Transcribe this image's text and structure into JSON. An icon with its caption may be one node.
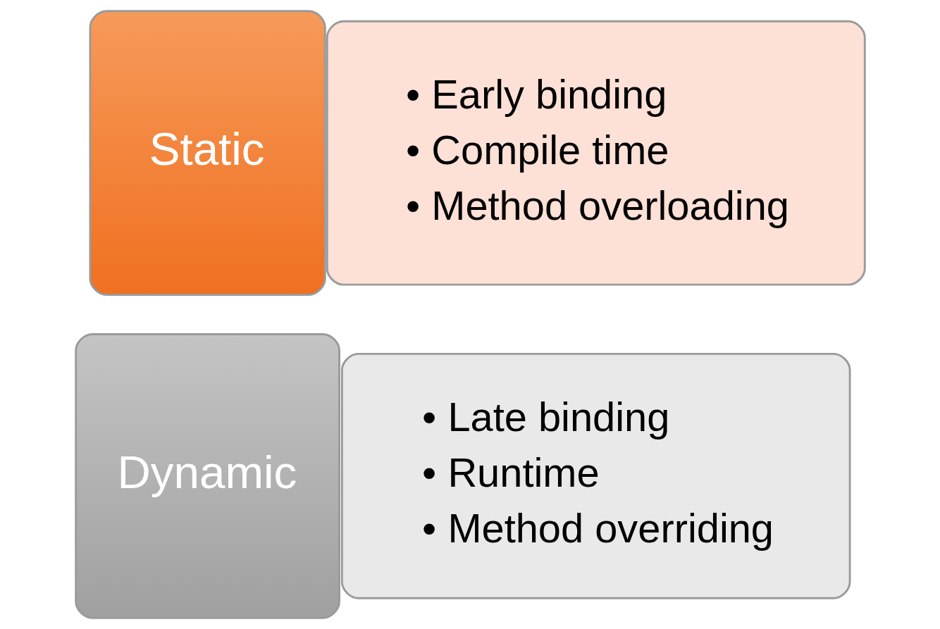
{
  "diagram": {
    "nodes": [
      {
        "text": [
          "Static"
        ]
      },
      {
        "text": [
          "• Early binding",
          "• Compile time",
          "• Method overloading"
        ]
      },
      {
        "text": [
          "Dynamic"
        ]
      },
      {
        "text": [
          "• Late binding",
          "• Runtime",
          "• Method overriding"
        ]
      }
    ]
  }
}
